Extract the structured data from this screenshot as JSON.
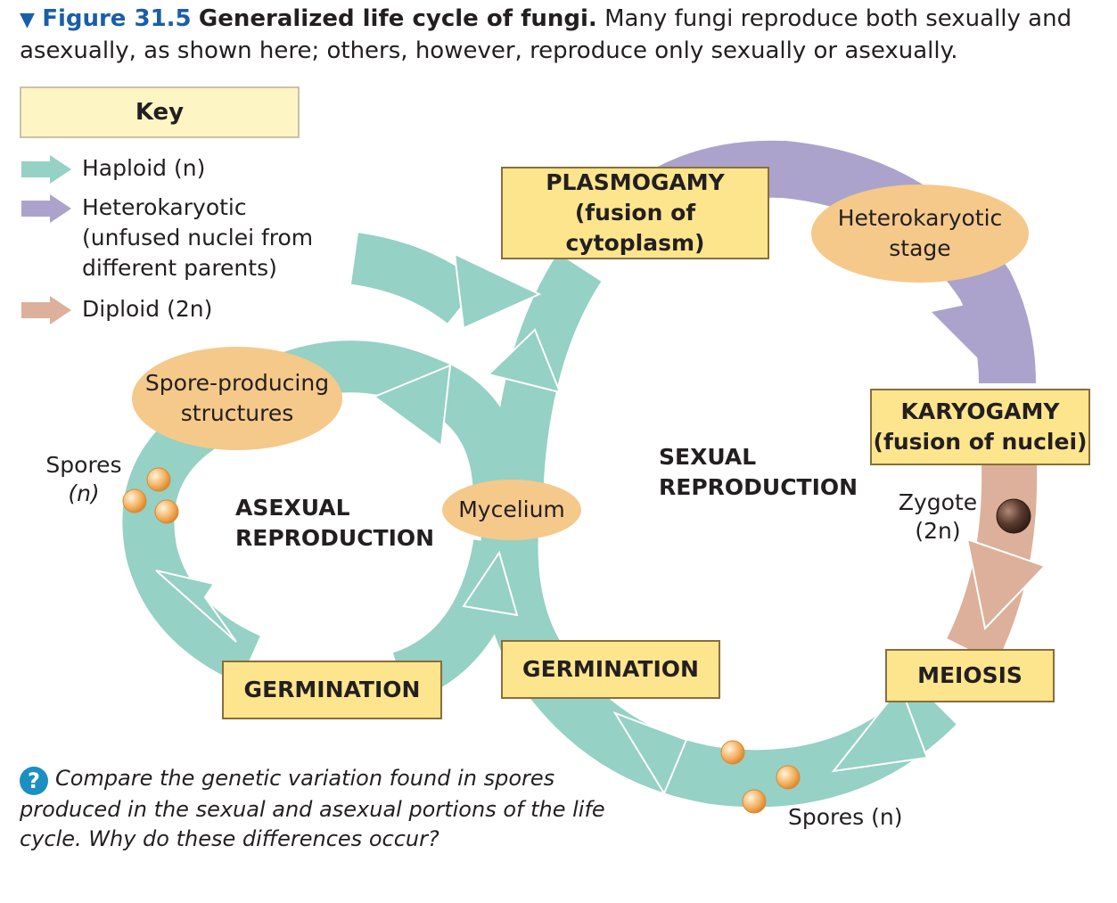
{
  "caption": {
    "marker": "▼",
    "figure_number": "Figure 31.5",
    "title": "Generalized life cycle of fungi.",
    "text": "Many fungi reproduce both sexually and asexually, as shown here; others, however, reproduce only sexually or asexually."
  },
  "key": {
    "title": "Key",
    "items": [
      {
        "label": "Haploid (n)",
        "color": "#95d1c4"
      },
      {
        "label": "Heterokaryotic\n(unfused nuclei from\ndifferent parents)",
        "color": "#aba3cc"
      },
      {
        "label": "Diploid (2n)",
        "color": "#dcb09a"
      }
    ]
  },
  "stages": {
    "plasmogamy": "PLASMOGAMY\n(fusion of cytoplasm)",
    "karyogamy": "KARYOGAMY\n(fusion of nuclei)",
    "meiosis": "MEIOSIS",
    "germination_sexual": "GERMINATION",
    "germination_asexual": "GERMINATION"
  },
  "ovals": {
    "heterokaryotic_stage": "Heterokaryotic\nstage",
    "spore_producing": "Spore-producing\nstructures",
    "mycelium": "Mycelium"
  },
  "sections": {
    "asexual": "ASEXUAL\nREPRODUCTION",
    "sexual": "SEXUAL\nREPRODUCTION"
  },
  "labels": {
    "spores_asexual_word": "Spores",
    "spores_asexual_ploidy": "(n)",
    "zygote_word": "Zygote",
    "zygote_ploidy": "(2n)",
    "spores_sexual": "Spores (n)"
  },
  "question": {
    "icon": "?",
    "text": "Compare the genetic variation found in spores produced in the sexual and asexual portions of the life cycle. Why do these differences occur?"
  },
  "colors": {
    "haploid": "#95d1c4",
    "heterokaryotic": "#aba3cc",
    "diploid": "#dcb09a",
    "stage_box_fill": "#fde58d",
    "oval_fill": "#f5c98a",
    "key_box_fill": "#fdf5c3",
    "caption_accent": "#1a5ea8",
    "spore": "#f2a54a",
    "zygote": "#5a3a2e"
  }
}
